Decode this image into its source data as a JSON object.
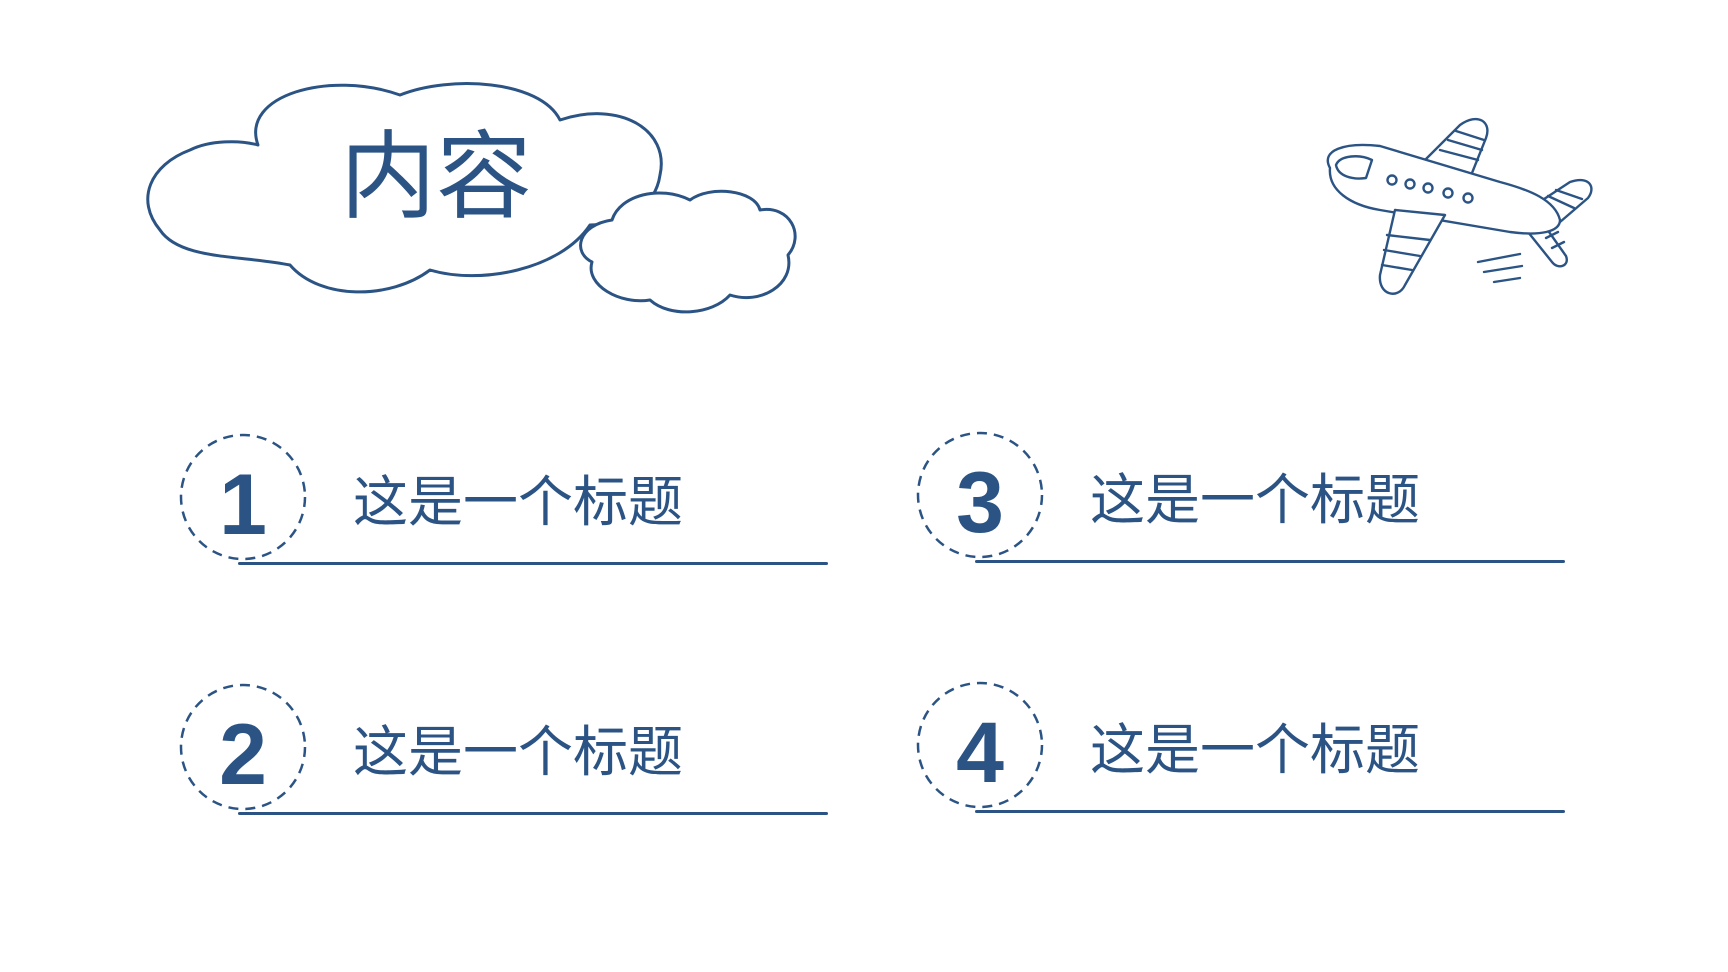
{
  "slide": {
    "title": "内容",
    "accent_color": "#2b5485",
    "background_color": "#ffffff"
  },
  "decorations": {
    "cloud": "cloud-icon",
    "airplane": "airplane-icon"
  },
  "items": [
    {
      "number": "1",
      "label": "这是一个标题"
    },
    {
      "number": "2",
      "label": "这是一个标题"
    },
    {
      "number": "3",
      "label": "这是一个标题"
    },
    {
      "number": "4",
      "label": "这是一个标题"
    }
  ]
}
